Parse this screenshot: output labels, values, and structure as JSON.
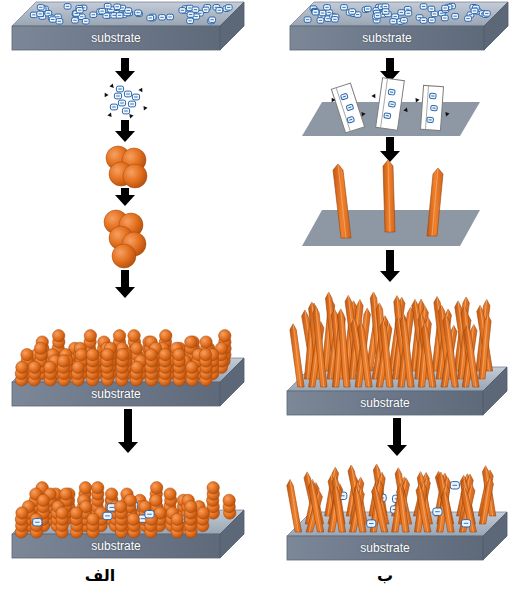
{
  "diagram": {
    "nodes": [
      {
        "text": [
          "substrate"
        ]
      },
      {
        "text": [
          "substrate"
        ]
      },
      {
        "text": [
          "substrate"
        ]
      },
      {
        "text": [
          "substrate"
        ]
      },
      {
        "text": [
          "substrate"
        ]
      },
      {
        "text": [
          "substrate"
        ]
      }
    ],
    "edges": [
      {
        "from": 2,
        "to": 4,
        "arrow": "to"
      },
      {
        "from": 3,
        "to": 5,
        "arrow": "to"
      }
    ],
    "labels": [
      "الف",
      "ب"
    ]
  }
}
